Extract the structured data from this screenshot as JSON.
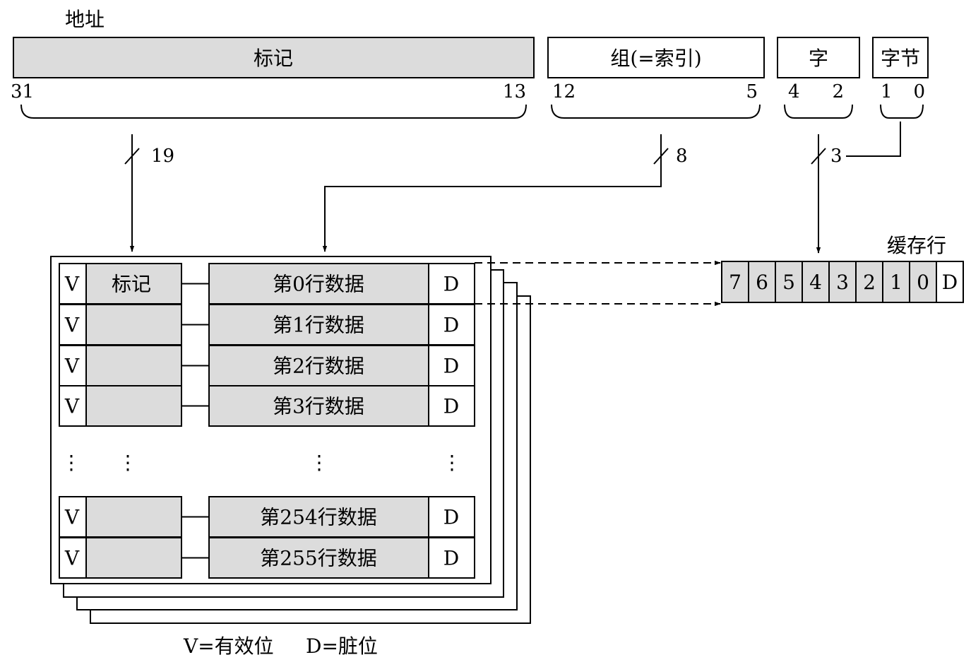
{
  "address": {
    "title": "地址",
    "tag_label": "标记",
    "index_label": "组(=索引)",
    "word_label": "字",
    "byte_label": "字节",
    "tag_bits": [
      "31",
      "13"
    ],
    "index_bits": [
      "12",
      "5"
    ],
    "word_bits": [
      "4",
      "2"
    ],
    "byte_bits": [
      "1",
      "0"
    ],
    "tag_width": "19",
    "index_width": "8",
    "word_width": "3"
  },
  "cache": {
    "valid_label": "V",
    "dirty_label": "D",
    "tag_header": "标记",
    "rows": [
      "第0行数据",
      "第1行数据",
      "第2行数据",
      "第3行数据",
      "第254行数据",
      "第255行数据"
    ],
    "ellipsis": "⋮"
  },
  "cache_line": {
    "title": "缓存行",
    "words": [
      "7",
      "6",
      "5",
      "4",
      "3",
      "2",
      "1",
      "0"
    ],
    "dirty": "D"
  },
  "legend": {
    "valid": "V=有效位",
    "dirty": "D=脏位"
  },
  "colors": {
    "shade": "#dcdcdc",
    "line": "#000000"
  }
}
